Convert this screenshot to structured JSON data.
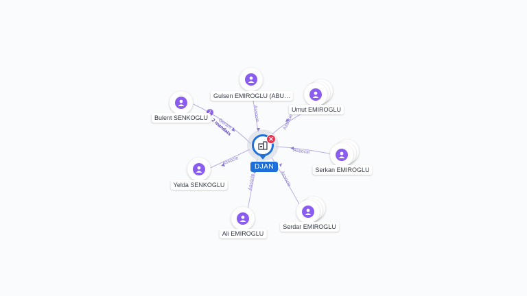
{
  "center": {
    "name": "DJAN",
    "icon": "company-icon",
    "close_icon": "close-icon",
    "close_glyph": "✕"
  },
  "nodes": [
    {
      "key": "gulsen",
      "name": "Gulsen EMIROGLU (ABU…",
      "icon": "person-icon",
      "stacked": false
    },
    {
      "key": "umut",
      "name": "Umut EMIROGLU",
      "icon": "person-icon",
      "stacked": true
    },
    {
      "key": "bulent",
      "name": "Bulent SENKOGLU",
      "icon": "person-icon",
      "stacked": false
    },
    {
      "key": "serkan",
      "name": "Serkan EMIROGLU",
      "icon": "person-icon",
      "stacked": true
    },
    {
      "key": "yelda",
      "name": "Yelda SENKOGLU",
      "icon": "person-icon",
      "stacked": false
    },
    {
      "key": "serdar",
      "name": "Serdar EMIROGLU",
      "icon": "person-icon",
      "stacked": true
    },
    {
      "key": "ali",
      "name": "Ali EMIROGLU",
      "icon": "person-icon",
      "stacked": false
    }
  ],
  "edges": {
    "gulsen": "Associe",
    "umut": "Associe",
    "bulent_top": "Gerant",
    "bulent_bottom": "2 mandats",
    "bulent_badge": "2",
    "serkan": "Associe",
    "yelda": "Associe",
    "serdar": "Associe",
    "ali": "Associe"
  },
  "colors": {
    "accent": "#1f6fd8",
    "person": "#8a5cf0",
    "edge": "#b9afe6",
    "close": "#e8344e"
  }
}
